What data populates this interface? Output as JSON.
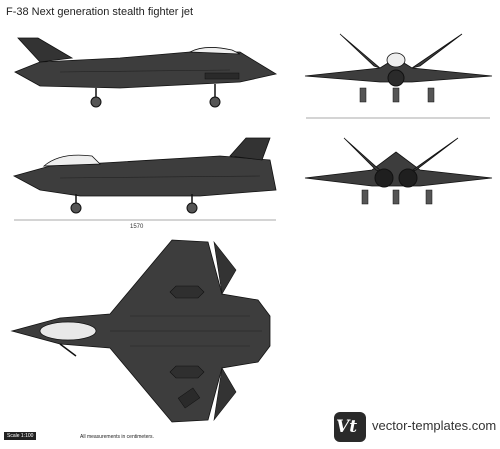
{
  "title": "F-38 Next generation stealth fighter jet",
  "dimension_length": "1570",
  "scale_label": "Scale 1:100",
  "note": "All measurements in centimeters.",
  "logo_letters": "Vt",
  "brand": "vector-templates.com",
  "colors": {
    "body": "#3d3d3d",
    "dark": "#262626",
    "light": "#e8e8e8",
    "line": "#111111"
  }
}
